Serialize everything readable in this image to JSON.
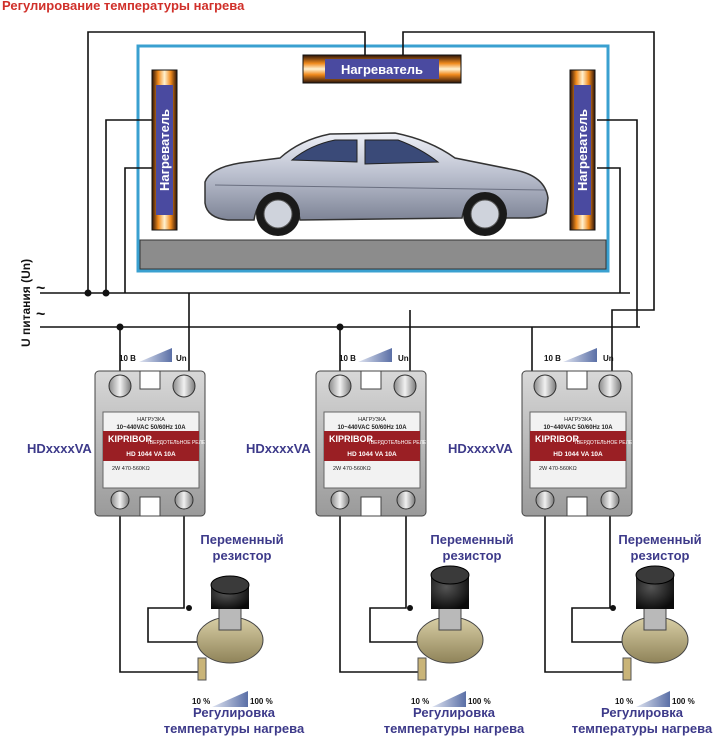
{
  "title": "Регулирование температуры нагрева",
  "heater_label": "Нагреватель",
  "supply_label": "U питания (Un)",
  "supply_symbols": [
    "~",
    "~"
  ],
  "relays": [
    {
      "model": "HDxxxxVA",
      "input_min": "10 В",
      "input_max": "Un",
      "brand": "KIPRIBOR",
      "top_text": "НАГРУЗКА",
      "spec": "10~440VAC 50/60Hz 10A",
      "kind": "ТВЕРДОТЕЛЬНОЕ РЕЛЕ",
      "part": "HD 1044 VA 10A",
      "res_text": "2W 470-560KΩ"
    },
    {
      "model": "HDxxxxVA",
      "input_min": "10 В",
      "input_max": "Un",
      "brand": "KIPRIBOR",
      "top_text": "НАГРУЗКА",
      "spec": "10~440VAC 50/60Hz 10A",
      "kind": "ТВЕРДОТЕЛЬНОЕ РЕЛЕ",
      "part": "HD 1044 VA 10A",
      "res_text": "2W 470-560KΩ"
    },
    {
      "model": "HDxxxxVA",
      "input_min": "10 В",
      "input_max": "Un",
      "brand": "KIPRIBOR",
      "top_text": "НАГРУЗКА",
      "spec": "10~440VAC 50/60Hz 10A",
      "kind": "ТВЕРДОТЕЛЬНОЕ РЕЛЕ",
      "part": "HD 1044 VA 10A",
      "res_text": "2W 470-560KΩ"
    }
  ],
  "resistor_label_line1": "Переменный",
  "resistor_label_line2": "резистор",
  "range_min": "10 %",
  "range_max": "100 %",
  "adjust_label_line1": "Регулировка",
  "adjust_label_line2": "температуры нагрева",
  "colors": {
    "title": "#d0302a",
    "label_blue": "#3d3a8a",
    "frame": "#3aa0d0",
    "heater_glow": "#f08a1c",
    "relay_red": "#9a1f24"
  }
}
